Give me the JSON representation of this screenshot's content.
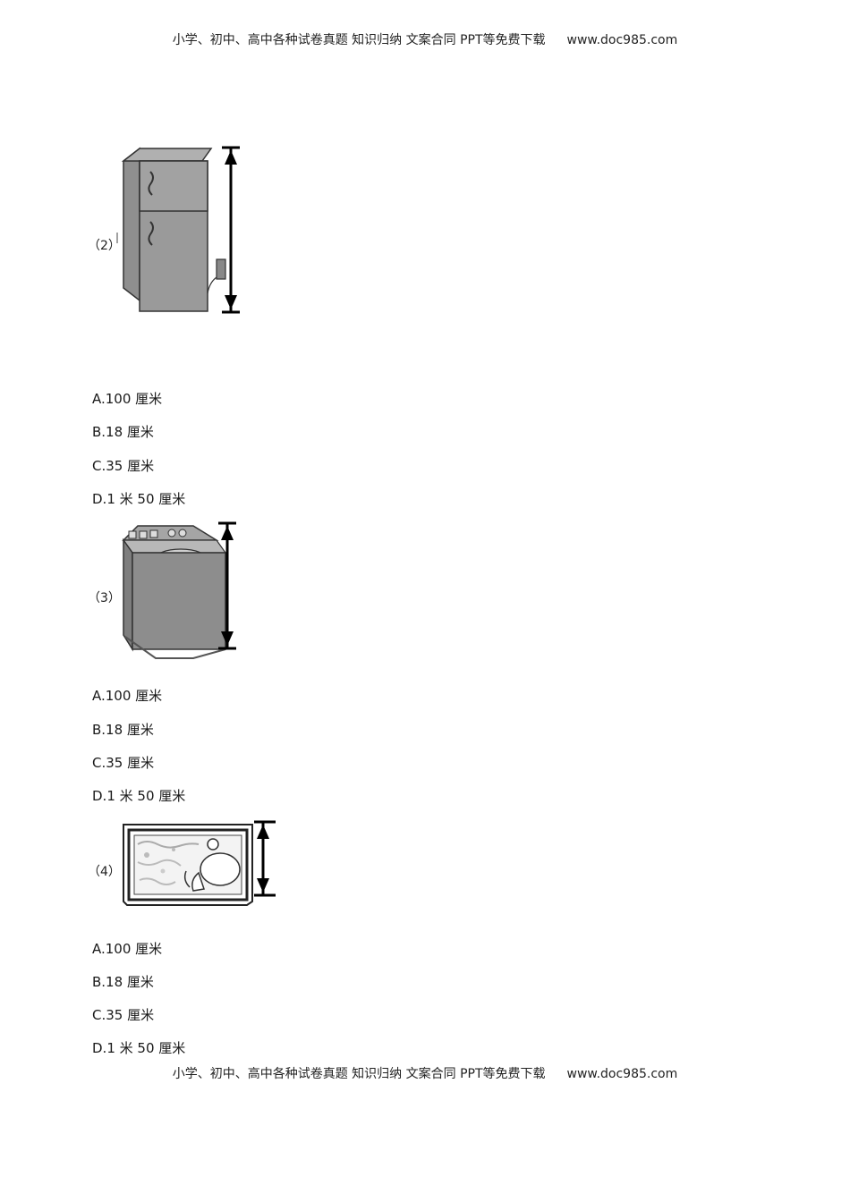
{
  "header": {
    "text": "小学、初中、高中各种试卷真题  知识归纳  文案合同  PPT等免费下载",
    "site": "www.doc985.com"
  },
  "footer": {
    "text": "小学、初中、高中各种试卷真题  知识归纳  文案合同  PPT等免费下载",
    "site": "www.doc985.com"
  },
  "questions": [
    {
      "number": "（2）",
      "figure_icon": "refrigerator-icon",
      "options": [
        "A.100 厘米",
        "B.18 厘米",
        "C.35 厘米",
        "D.1 米 50 厘米"
      ]
    },
    {
      "number": "（3）",
      "figure_icon": "washing-machine-icon",
      "options": [
        "A.100 厘米",
        "B.18 厘米",
        "C.35 厘米",
        "D.1 米 50 厘米"
      ]
    },
    {
      "number": "（4）",
      "figure_icon": "picture-frame-icon",
      "options": [
        "A.100 厘米",
        "B.18 厘米",
        "C.35 厘米",
        "D.1 米 50 厘米"
      ]
    }
  ]
}
